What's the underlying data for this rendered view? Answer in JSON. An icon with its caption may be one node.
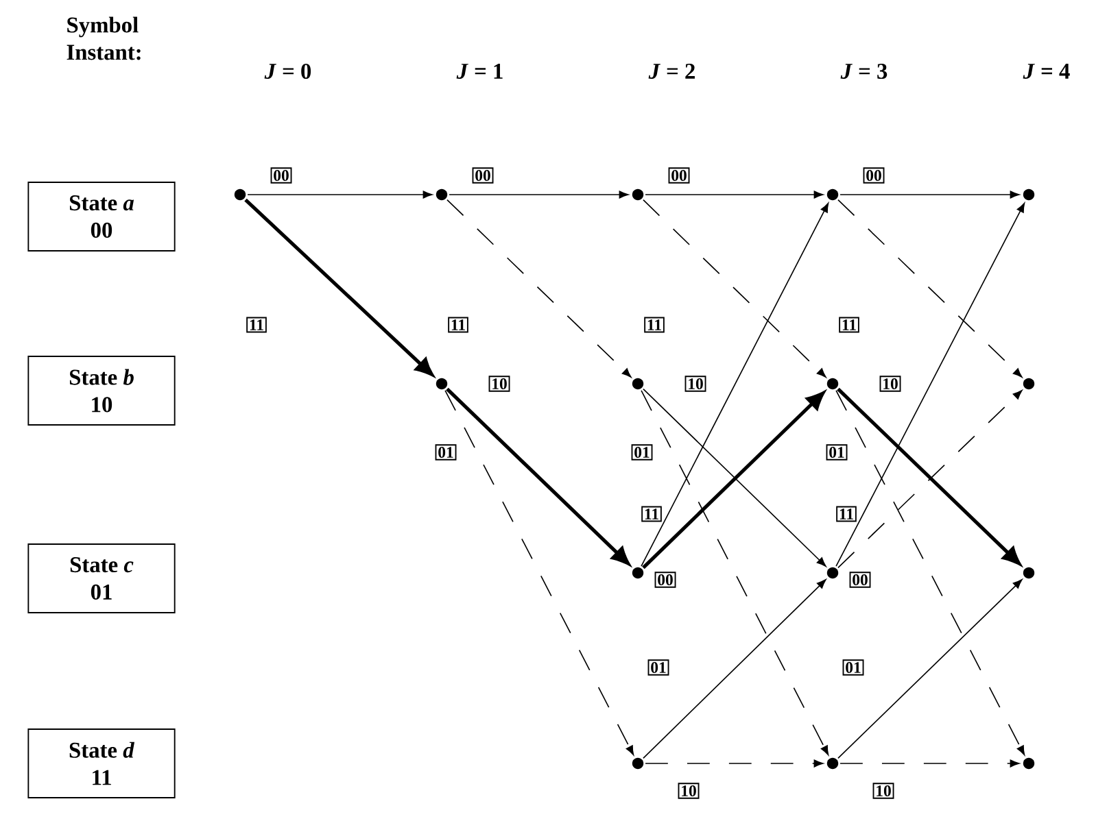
{
  "diagram": {
    "nodes": [
      {
        "text": [
          "State *a*",
          "00"
        ]
      },
      {
        "text": [
          "State *b*",
          "10"
        ]
      },
      {
        "text": [
          "State *c*",
          "01"
        ]
      },
      {
        "text": [
          "State *d*",
          "11"
        ]
      },
      {
        "text": [],
        "shape": "circle"
      },
      {
        "text": [],
        "shape": "circle"
      },
      {
        "text": [],
        "shape": "circle"
      },
      {
        "text": [],
        "shape": "circle"
      },
      {
        "text": [],
        "shape": "circle"
      },
      {
        "text": [],
        "shape": "circle"
      },
      {
        "text": [],
        "shape": "circle"
      },
      {
        "text": [],
        "shape": "circle"
      },
      {
        "text": [],
        "shape": "circle"
      },
      {
        "text": [],
        "shape": "circle"
      },
      {
        "text": [],
        "shape": "circle"
      },
      {
        "text": [],
        "shape": "circle"
      },
      {
        "text": [],
        "shape": "circle"
      },
      {
        "text": [],
        "shape": "circle"
      },
      {
        "text": [],
        "shape": "circle"
      }
    ],
    "edges": [
      {
        "from": 4,
        "to": 5,
        "arrow": "to",
        "label": "00"
      },
      {
        "from": 4,
        "to": 6,
        "arrow": "to",
        "label": "11",
        "style": "thick"
      },
      {
        "from": 5,
        "to": 7,
        "arrow": "to",
        "label": "00"
      },
      {
        "from": 5,
        "to": 8,
        "arrow": "to",
        "label": "11",
        "style": "dashed"
      },
      {
        "from": 6,
        "to": 9,
        "arrow": "to",
        "label": "10",
        "style": "thick"
      },
      {
        "from": 6,
        "to": 10,
        "arrow": "to",
        "label": "01",
        "style": "dashed"
      },
      {
        "from": 7,
        "to": 11,
        "arrow": "to",
        "label": "00"
      },
      {
        "from": 7,
        "to": 12,
        "arrow": "to",
        "label": "11",
        "style": "dashed"
      },
      {
        "from": 8,
        "to": 13,
        "arrow": "to",
        "label": "10"
      },
      {
        "from": 8,
        "to": 14,
        "arrow": "to",
        "label": "01",
        "style": "dashed"
      },
      {
        "from": 9,
        "to": 11,
        "arrow": "to",
        "label": "11"
      },
      {
        "from": 9,
        "to": 12,
        "arrow": "to",
        "label": "00",
        "style": "thick"
      },
      {
        "from": 10,
        "to": 13,
        "arrow": "to",
        "label": "01"
      },
      {
        "from": 10,
        "to": 14,
        "arrow": "to",
        "label": "10",
        "style": "dashed"
      },
      {
        "from": 11,
        "to": 15,
        "arrow": "to",
        "label": "00"
      },
      {
        "from": 11,
        "to": 16,
        "arrow": "to",
        "label": "11",
        "style": "dashed"
      },
      {
        "from": 12,
        "to": 17,
        "arrow": "to",
        "label": "10",
        "style": "thick"
      },
      {
        "from": 12,
        "to": 18,
        "arrow": "to",
        "label": "01",
        "style": "dashed"
      },
      {
        "from": 13,
        "to": 15,
        "arrow": "to",
        "label": "11"
      },
      {
        "from": 13,
        "to": 16,
        "arrow": "to",
        "label": "00",
        "style": "dashed"
      },
      {
        "from": 14,
        "to": 17,
        "arrow": "to",
        "label": "01"
      },
      {
        "from": 14,
        "to": 18,
        "arrow": "to",
        "label": "10",
        "style": "dashed"
      }
    ],
    "labels": [
      "Symbol Instant:",
      "*J* = 0",
      "*J* = 1",
      "*J* = 2",
      "*J* = 3",
      "*J* = 4"
    ]
  }
}
